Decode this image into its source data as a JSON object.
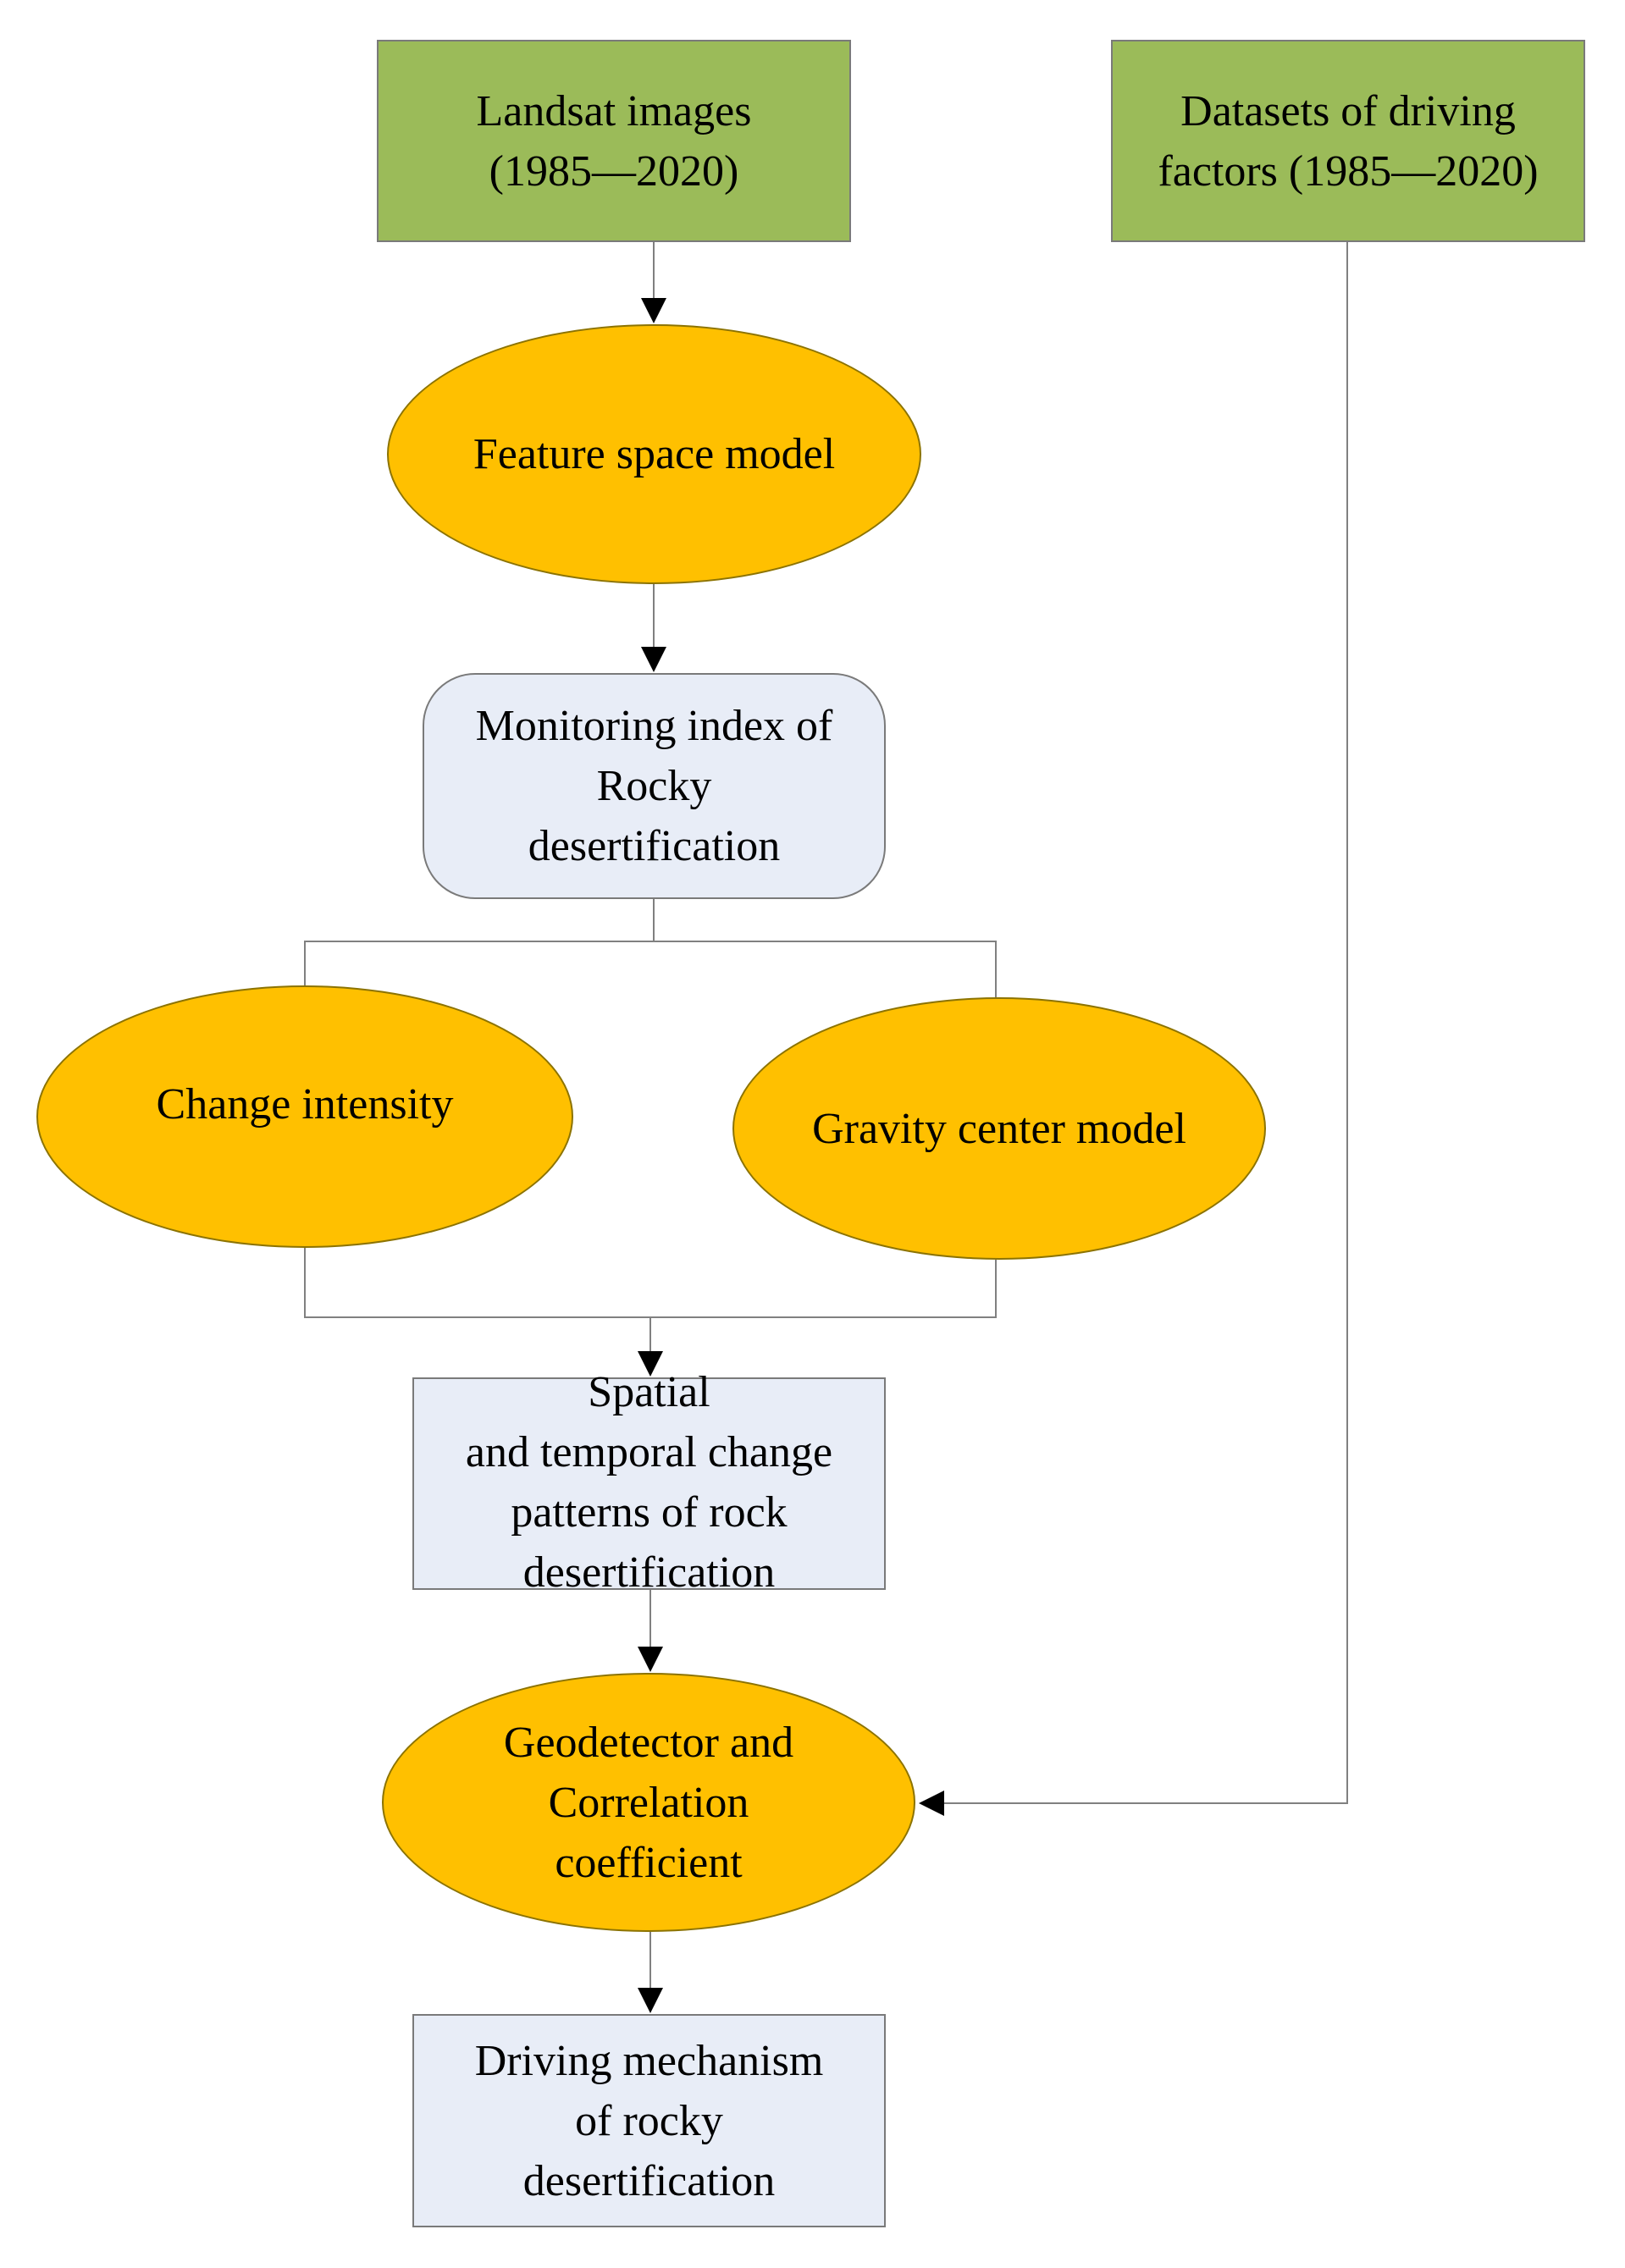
{
  "nodes": {
    "landsat": {
      "lines": [
        "Landsat images",
        "(1985—2020)"
      ]
    },
    "driving_data": {
      "lines": [
        "Datasets of driving",
        "factors (1985—2020)"
      ]
    },
    "feature_space": {
      "lines": [
        "Feature space model"
      ]
    },
    "monitoring_index": {
      "lines": [
        "Monitoring index of",
        "Rocky",
        "desertification"
      ]
    },
    "change_intensity": {
      "lines": [
        "Change intensity"
      ]
    },
    "gravity_center": {
      "lines": [
        "Gravity center model"
      ]
    },
    "spatial_temporal": {
      "lines": [
        "Spatial",
        "and temporal change",
        "patterns of rock",
        "desertification"
      ]
    },
    "geodetector": {
      "lines": [
        "Geodetector and",
        "Correlation",
        "coefficient"
      ]
    },
    "driving_mechanism": {
      "lines": [
        "Driving mechanism",
        "of rocky",
        "desertification"
      ]
    }
  },
  "colors": {
    "input_box": "#9bbb59",
    "process_oval": "#ffc000",
    "result_box": "#e8edf7",
    "connector": "#808080",
    "arrowhead": "#000000"
  }
}
